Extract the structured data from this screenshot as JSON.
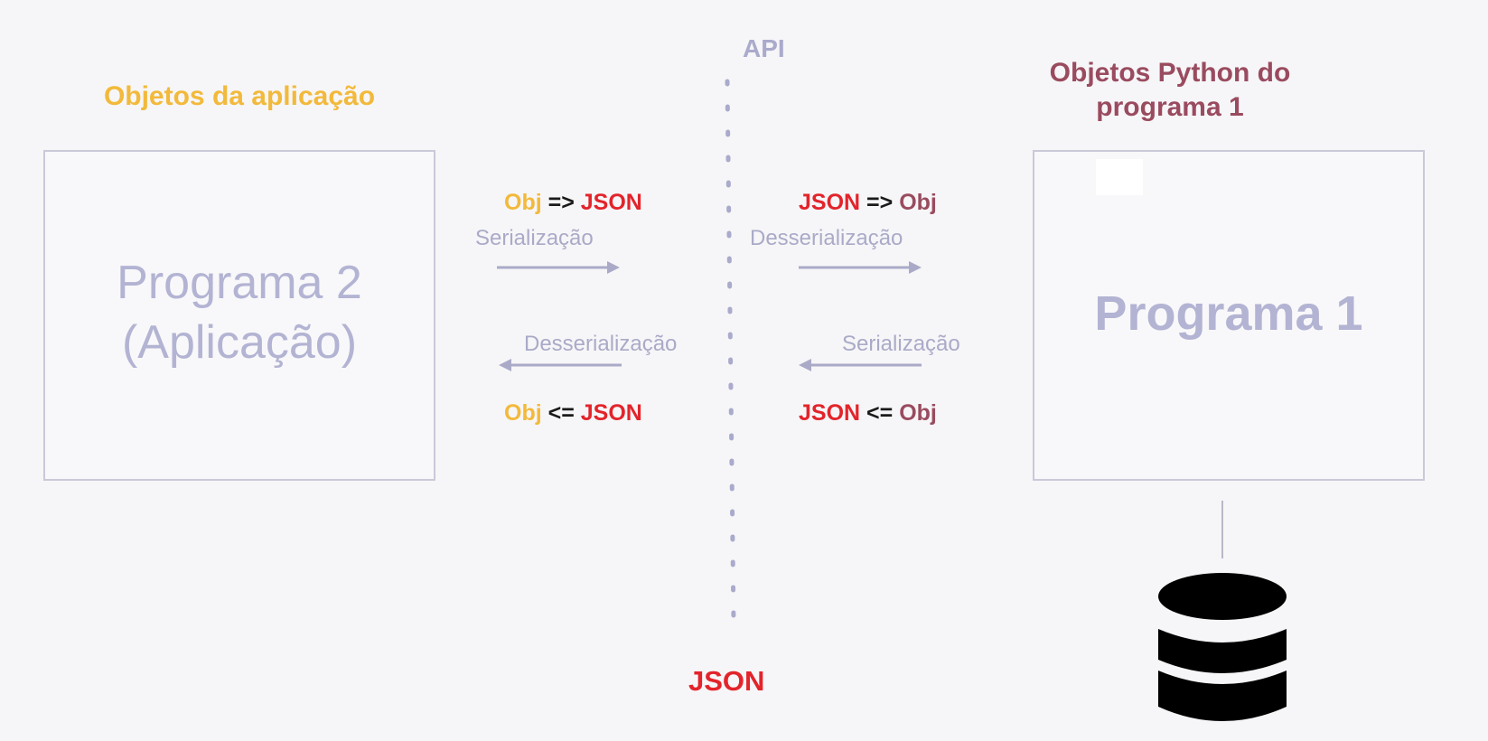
{
  "headings": {
    "app_objects": "Objetos da aplicação",
    "python_objects": "Objetos Python do programa 1",
    "api": "API",
    "json_bottom": "JSON"
  },
  "boxes": {
    "programa2_line1": "Programa 2",
    "programa2_line2": "(Aplicação)",
    "programa1": "Programa 1"
  },
  "flows": {
    "left_top": {
      "obj": "Obj",
      "arrow": "=>",
      "json": "JSON"
    },
    "left_bottom": {
      "obj": "Obj",
      "arrow": "<=",
      "json": "JSON"
    },
    "right_top": {
      "json": "JSON",
      "arrow": "=>",
      "obj": "Obj"
    },
    "right_bottom": {
      "json": "JSON",
      "arrow": "<=",
      "obj": "Obj"
    }
  },
  "labels": {
    "left_top": "Serialização",
    "left_bottom": "Desserialização",
    "right_top": "Desserialização",
    "right_bottom": "Serialização"
  },
  "colors": {
    "app_objects": "#f2b93b",
    "python_objects": "#9a4b5f",
    "json": "#e3242b",
    "muted": "#aaaac8",
    "database": "#000000"
  },
  "icons": [
    "database-icon",
    "arrow-right-icon",
    "arrow-left-icon"
  ]
}
